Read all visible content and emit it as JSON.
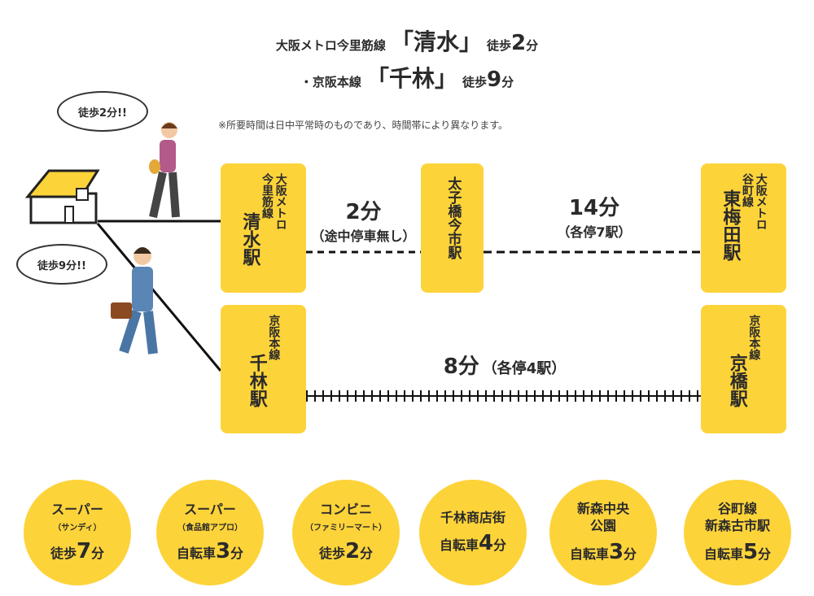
{
  "header": {
    "line1": {
      "prefix": "大阪メトロ今里筋線",
      "station": "「清水」",
      "walk": "徒歩",
      "minutes": "2",
      "unit": "分"
    },
    "line2": {
      "prefix": "・京阪本線",
      "station": "「千林」",
      "walk": "徒歩",
      "minutes": "9",
      "unit": "分"
    },
    "note": "※所要時間は日中平常時のものであり、時間帯により異なります。"
  },
  "bubbles": {
    "top": "徒歩2分!!",
    "bottom": "徒歩9分!!"
  },
  "stations": {
    "shimizu": {
      "line": "大阪メトロ今里筋線",
      "line_a": "大阪メトロ",
      "line_b": "今里筋線",
      "name": "清水駅"
    },
    "taishibashi": {
      "name": "太子橋今市駅"
    },
    "higashiumeda": {
      "line_a": "大阪メトロ",
      "line_b": "谷町線",
      "name": "東梅田駅"
    },
    "senbayashi": {
      "line": "京阪本線",
      "name": "千林駅"
    },
    "kyobashi": {
      "line": "京阪本線",
      "name": "京橋駅"
    }
  },
  "segments": {
    "s1": {
      "time": "2分",
      "detail": "（途中停車無し）"
    },
    "s2": {
      "time": "14分",
      "detail": "（各停7駅）"
    },
    "s3": {
      "time": "8分",
      "detail": "（各停4駅）"
    }
  },
  "facilities": [
    {
      "name": "スーパー",
      "sub": "（サンディ）",
      "mode": "徒歩",
      "minutes": "7",
      "unit": "分"
    },
    {
      "name": "スーパー",
      "sub": "（食品館アプロ）",
      "mode": "自転車",
      "minutes": "3",
      "unit": "分"
    },
    {
      "name": "コンビニ",
      "sub": "（ファミリーマート）",
      "mode": "徒歩",
      "minutes": "2",
      "unit": "分"
    },
    {
      "name": "千林商店街",
      "sub": "",
      "mode": "自転車",
      "minutes": "4",
      "unit": "分"
    },
    {
      "name": "新森中央",
      "name2": "公園",
      "mode": "自転車",
      "minutes": "3",
      "unit": "分"
    },
    {
      "name": "谷町線",
      "name2": "新森古市駅",
      "mode": "自転車",
      "minutes": "5",
      "unit": "分"
    }
  ],
  "colors": {
    "accent": "#fdd33a",
    "text": "#2a2a2a"
  }
}
